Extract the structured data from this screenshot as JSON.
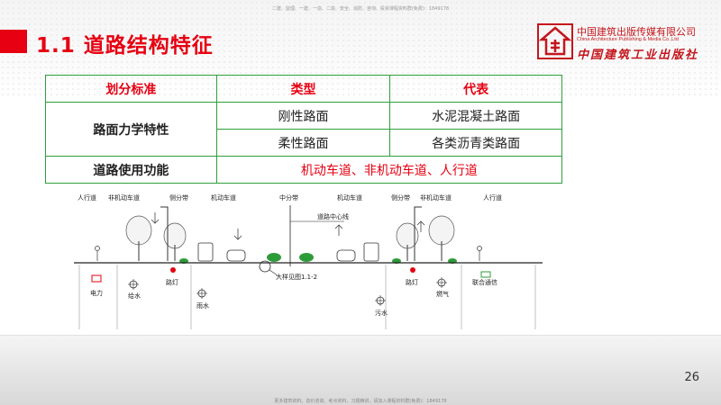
{
  "header": {
    "top_note": "二建、监理、一建、一造、二造、安全、消防、咨询、投资课程资料群(免费)：1849178",
    "title": "1.1 道路结构特征"
  },
  "logo": {
    "cn": "中国建筑出版传媒有限公司",
    "en": "China Architecture Publishing & Media Co.,Ltd",
    "cn2": "中国建筑工业出版社"
  },
  "table": {
    "headers": [
      "划分标准",
      "类型",
      "代表"
    ],
    "rows": [
      {
        "criterion": "路面力学特性",
        "types": [
          "刚性路面",
          "柔性路面"
        ],
        "examples": [
          "水泥混凝土路面",
          "各类沥青类路面"
        ]
      },
      {
        "criterion": "道路使用功能",
        "span_value": "机动车道、非机动车道、人行道"
      }
    ]
  },
  "diagram": {
    "labels": {
      "sidewalk_l": "人行道",
      "nonmotor_l": "非机动车道",
      "side_divider_l": "侧分带",
      "motor_l": "机动车道",
      "median": "中分带",
      "motor_r": "机动车道",
      "side_divider_r": "侧分带",
      "nonmotor_r": "非机动车道",
      "sidewalk_r": "人行道",
      "centerline": "道路中心线",
      "detail": "大样见图1.1-2",
      "power": "电力",
      "water_supply": "给水",
      "streetlight_l": "路灯",
      "rainwater": "雨水",
      "sewage": "污水",
      "streetlight_r": "路灯",
      "gas": "燃气",
      "telecom": "联合通信"
    }
  },
  "footer": {
    "page_number": "26",
    "bottom_note": "更多建筑资料、造价咨询、考点资料、习题精讲，请加入课程资料群(免费)：1849178"
  }
}
